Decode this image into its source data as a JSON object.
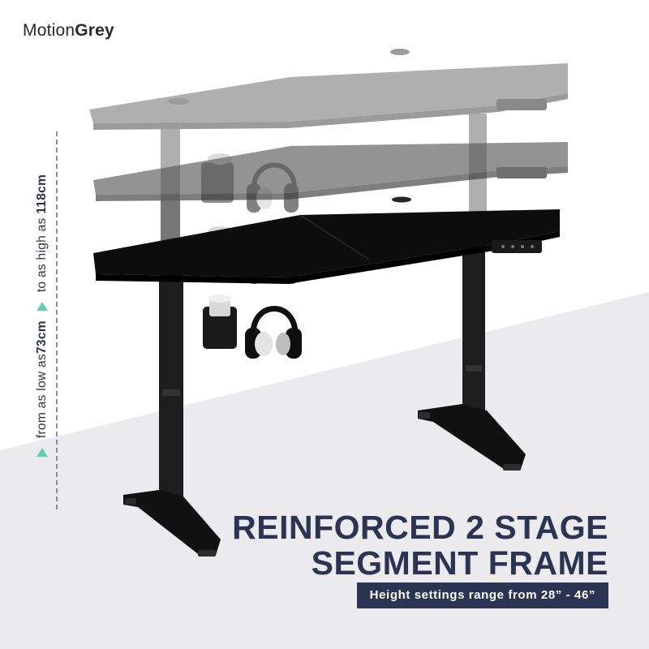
{
  "brand": {
    "light": "Motion",
    "bold": "Grey"
  },
  "height_range": {
    "prefix_low": "from as low as ",
    "low": "73cm",
    "prefix_high": "to as high as ",
    "high": "118cm"
  },
  "headline": {
    "line1": "REINFORCED 2 STAGE",
    "line2": "SEGMENT FRAME"
  },
  "badge": "Height settings range from 28” - 46”",
  "colors": {
    "navy": "#2b3553",
    "accent": "#5fcfb1",
    "desk_black": "#0d0d0d"
  },
  "icons": [
    "triangle-arrow-icon",
    "cup-holder-icon",
    "headphone-hook-icon",
    "control-panel-icon"
  ]
}
